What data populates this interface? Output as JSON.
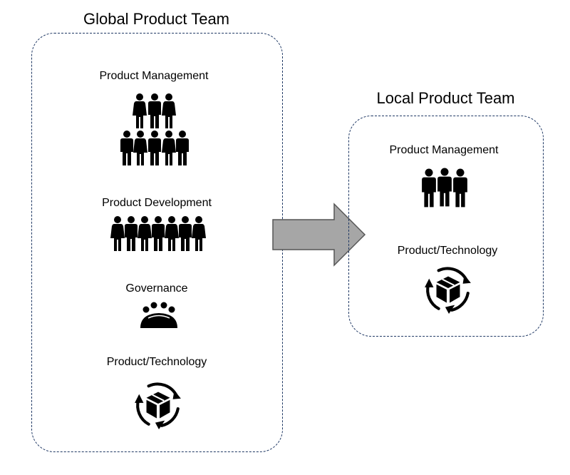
{
  "diagram": {
    "global_team": {
      "title": "Global Product Team",
      "sections": [
        {
          "label": "Product Management",
          "icon": "people-pyramid-icon"
        },
        {
          "label": "Product Development",
          "icon": "people-row-icon"
        },
        {
          "label": "Governance",
          "icon": "meeting-table-icon"
        },
        {
          "label": "Product/Technology",
          "icon": "product-cycle-icon"
        }
      ]
    },
    "arrow": {
      "icon": "right-arrow-icon",
      "color": "#a6a6a6"
    },
    "local_team": {
      "title": "Local Product Team",
      "sections": [
        {
          "label": "Product Management",
          "icon": "three-people-icon"
        },
        {
          "label": "Product/Technology",
          "icon": "product-cycle-icon"
        }
      ]
    },
    "colors": {
      "border": "#1f3864",
      "icon": "#000000",
      "arrow_fill": "#a6a6a6",
      "arrow_stroke": "#555555"
    }
  }
}
